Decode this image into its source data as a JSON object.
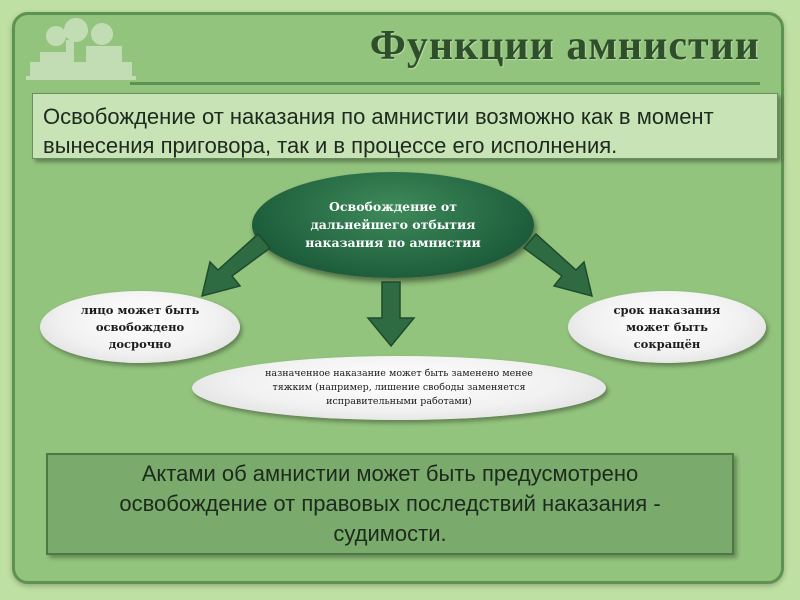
{
  "title": "Функции амнистии",
  "intro": "Освобождение от наказания по амнистии возможно как в момент вынесения приговора, так и в процессе его исполнения.",
  "center": "Освобождение от дальнейшего отбытия наказания по амнистии",
  "left": "лицо может быть освобождено досрочно",
  "right": "срок наказания может быть сокращён",
  "bottom": "назначенное наказание может быть заменено менее тяжким (например, лишение свободы заменяется исправительными работами)",
  "conclusion": "Актами об амнистии может быть предусмотрено освобождение от правовых последствий наказания - судимости.",
  "colors": {
    "background": "#93c47d",
    "center_fill": "#1e5e3c",
    "arrow_fill": "#2f6b42",
    "title": "#2f4f2a"
  },
  "icons": {
    "logo": "scales-of-justice-icon"
  }
}
